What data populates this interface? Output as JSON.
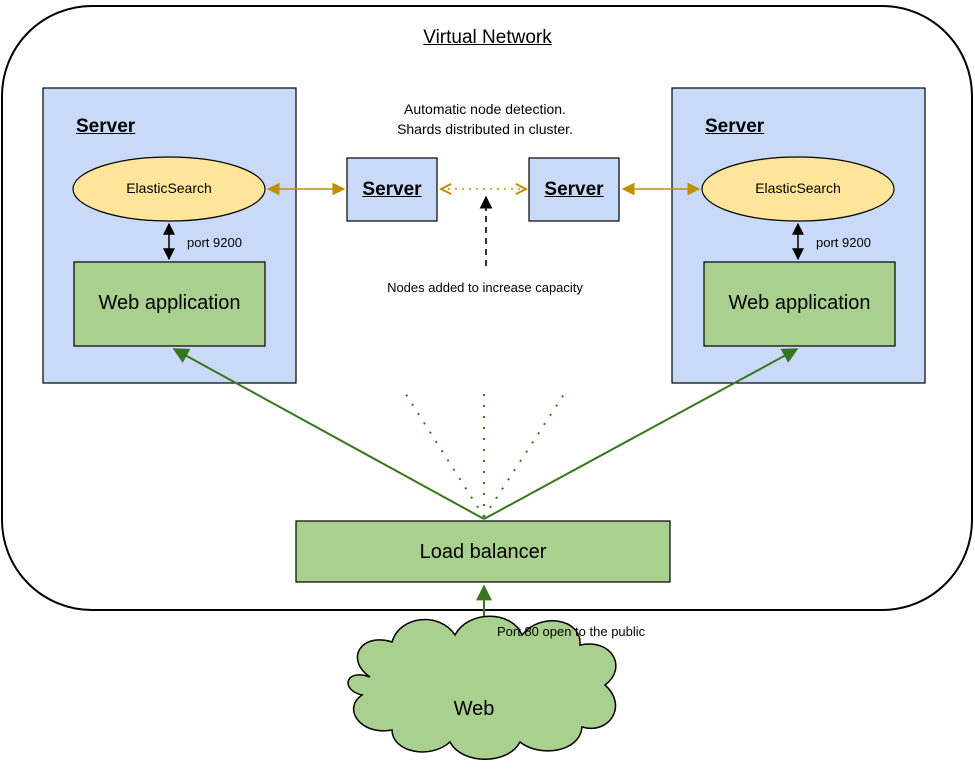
{
  "title": "Virtual Network",
  "left_server": {
    "title": "Server",
    "elasticsearch": "ElasticSearch",
    "port_label": "port 9200",
    "web_app": "Web application"
  },
  "right_server": {
    "title": "Server",
    "elasticsearch": "ElasticSearch",
    "port_label": "port 9200",
    "web_app": "Web application"
  },
  "cluster": {
    "note_line1": "Automatic node detection.",
    "note_line2": "Shards distributed in cluster.",
    "node_left": "Server",
    "node_right": "Server",
    "added_note": "Nodes added to increase capacity"
  },
  "load_balancer": "Load balancer",
  "public_port_label": "Port 80 open to the public",
  "web": "Web",
  "colors": {
    "server_fill": "#c9daf8",
    "app_fill": "#a9d08e",
    "es_fill": "#ffe599",
    "es_link": "#bf9000",
    "web_link": "#38761d"
  }
}
